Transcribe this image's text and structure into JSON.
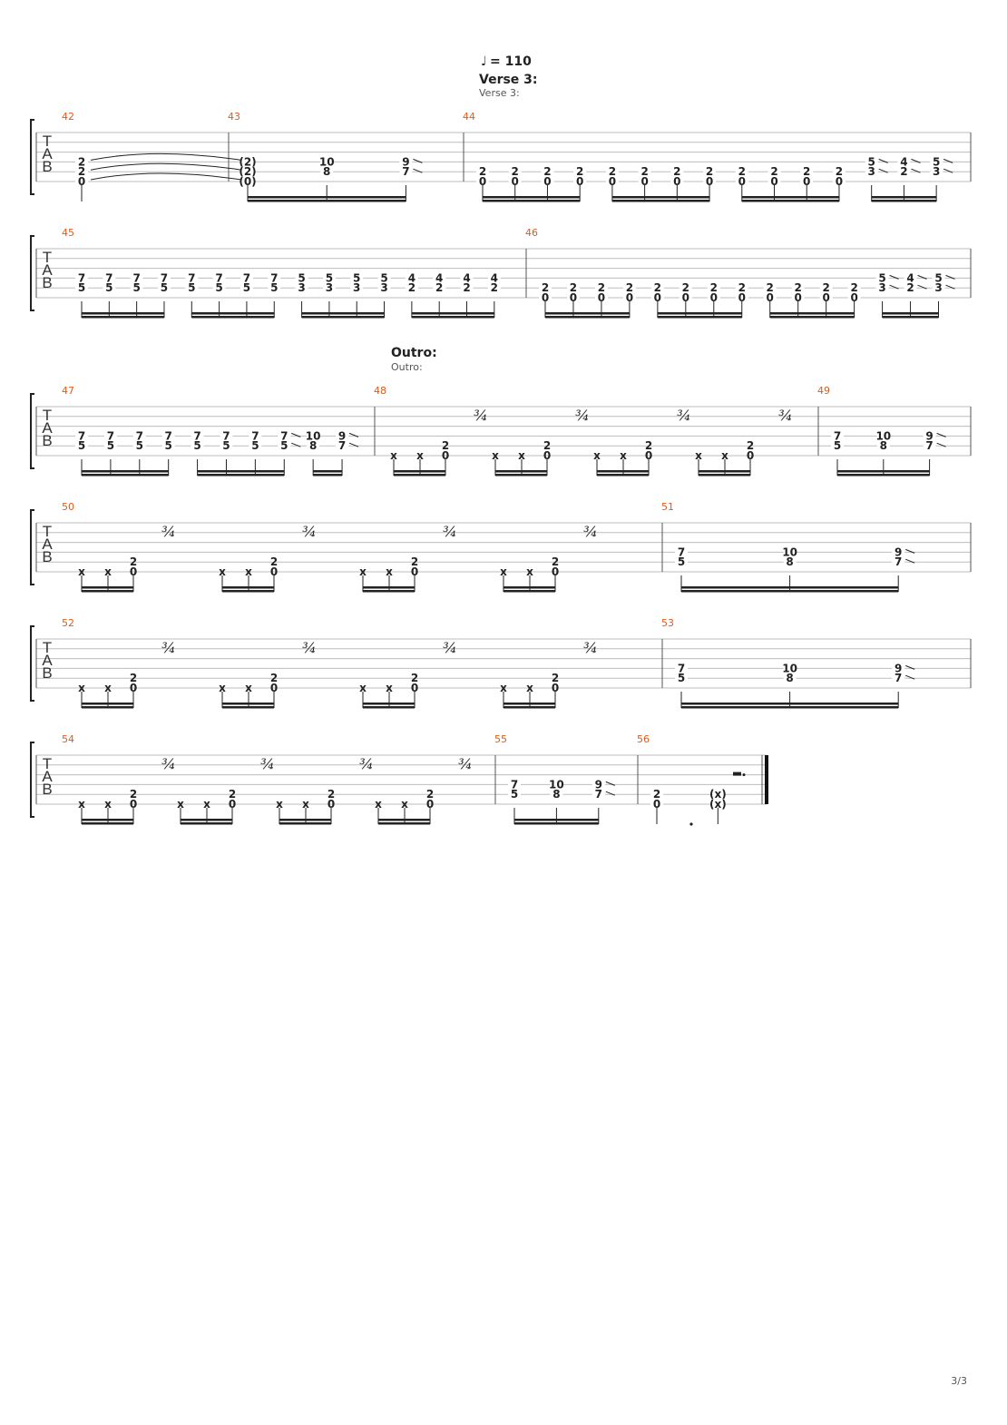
{
  "tempo": {
    "value": "110",
    "prefix": "= "
  },
  "sections": [
    {
      "title": "Verse 3:",
      "subtitle": "Verse 3:"
    },
    {
      "title": "Outro:",
      "subtitle": "Outro:"
    }
  ],
  "page_number": "3/3",
  "tab_clef": [
    "T",
    "A",
    "B"
  ],
  "systems": [
    {
      "measures": [
        {
          "number": "42",
          "beats": [
            {
              "notes": [
                {
                  "s": 4,
                  "f": "2"
                },
                {
                  "s": 5,
                  "f": "2"
                },
                {
                  "s": 6,
                  "f": "0"
                }
              ],
              "tie": true
            }
          ]
        },
        {
          "number": "43",
          "beats": [
            {
              "notes": [
                {
                  "s": 4,
                  "f": "(2)"
                },
                {
                  "s": 5,
                  "f": "(2)"
                },
                {
                  "s": 6,
                  "f": "(0)"
                }
              ]
            },
            {
              "notes": [
                {
                  "s": 4,
                  "f": "10"
                },
                {
                  "s": 5,
                  "f": "8"
                }
              ]
            },
            {
              "notes": [
                {
                  "s": 4,
                  "f": "9",
                  "slide": true
                },
                {
                  "s": 5,
                  "f": "7",
                  "slide": true
                }
              ]
            }
          ]
        },
        {
          "number": "44",
          "beats": [
            {
              "notes": [
                {
                  "s": 5,
                  "f": "2"
                },
                {
                  "s": 6,
                  "f": "0"
                }
              ],
              "group": 4,
              "count": 12
            },
            {
              "notes": [
                {
                  "s": 4,
                  "f": "5",
                  "slide": true
                },
                {
                  "s": 5,
                  "f": "3",
                  "slide": true
                }
              ]
            },
            {
              "notes": [
                {
                  "s": 4,
                  "f": "4",
                  "slide": true
                },
                {
                  "s": 5,
                  "f": "2",
                  "slide": true
                }
              ]
            },
            {
              "notes": [
                {
                  "s": 4,
                  "f": "5",
                  "slide": true
                },
                {
                  "s": 5,
                  "f": "3",
                  "slide": true
                }
              ]
            }
          ]
        }
      ]
    },
    {
      "measures": [
        {
          "number": "45",
          "beats": [
            {
              "notes": [
                {
                  "s": 4,
                  "f": "7"
                },
                {
                  "s": 5,
                  "f": "5"
                }
              ],
              "count": 8
            },
            {
              "notes": [
                {
                  "s": 4,
                  "f": "5"
                },
                {
                  "s": 5,
                  "f": "3"
                }
              ],
              "count": 4
            },
            {
              "notes": [
                {
                  "s": 4,
                  "f": "4"
                },
                {
                  "s": 5,
                  "f": "2"
                }
              ],
              "count": 4
            }
          ]
        },
        {
          "number": "46",
          "beats": [
            {
              "notes": [
                {
                  "s": 5,
                  "f": "2"
                },
                {
                  "s": 6,
                  "f": "0"
                }
              ],
              "count": 12
            },
            {
              "notes": [
                {
                  "s": 4,
                  "f": "5",
                  "slide": true
                },
                {
                  "s": 5,
                  "f": "3",
                  "slide": true
                }
              ]
            },
            {
              "notes": [
                {
                  "s": 4,
                  "f": "4",
                  "slide": true
                },
                {
                  "s": 5,
                  "f": "2",
                  "slide": true
                }
              ]
            },
            {
              "notes": [
                {
                  "s": 4,
                  "f": "5",
                  "slide": true
                },
                {
                  "s": 5,
                  "f": "3",
                  "slide": true
                }
              ]
            }
          ]
        }
      ]
    },
    {
      "measures": [
        {
          "number": "47",
          "beats": [
            {
              "notes": [
                {
                  "s": 4,
                  "f": "7"
                },
                {
                  "s": 5,
                  "f": "5"
                }
              ],
              "count": 7
            },
            {
              "notes": [
                {
                  "s": 4,
                  "f": "7",
                  "slide": true
                },
                {
                  "s": 5,
                  "f": "5",
                  "slide": true
                }
              ]
            },
            {
              "notes": [
                {
                  "s": 4,
                  "f": "10"
                },
                {
                  "s": 5,
                  "f": "8"
                }
              ]
            },
            {
              "notes": [
                {
                  "s": 4,
                  "f": "9",
                  "slide": true
                },
                {
                  "s": 5,
                  "f": "7",
                  "slide": true
                }
              ]
            }
          ]
        },
        {
          "number": "48",
          "pattern": "xx20",
          "groups": 4
        },
        {
          "number": "49",
          "beats": [
            {
              "notes": [
                {
                  "s": 4,
                  "f": "7"
                },
                {
                  "s": 5,
                  "f": "5"
                }
              ]
            },
            {
              "notes": [
                {
                  "s": 4,
                  "f": "10"
                },
                {
                  "s": 5,
                  "f": "8"
                }
              ]
            },
            {
              "notes": [
                {
                  "s": 4,
                  "f": "9",
                  "slide": true
                },
                {
                  "s": 5,
                  "f": "7",
                  "slide": true
                }
              ]
            }
          ]
        }
      ]
    },
    {
      "measures": [
        {
          "number": "50",
          "pattern": "xx20",
          "groups": 4
        },
        {
          "number": "51",
          "beats": [
            {
              "notes": [
                {
                  "s": 4,
                  "f": "7"
                },
                {
                  "s": 5,
                  "f": "5"
                }
              ]
            },
            {
              "notes": [
                {
                  "s": 4,
                  "f": "10"
                },
                {
                  "s": 5,
                  "f": "8"
                }
              ]
            },
            {
              "notes": [
                {
                  "s": 4,
                  "f": "9",
                  "slide": true
                },
                {
                  "s": 5,
                  "f": "7",
                  "slide": true
                }
              ]
            }
          ]
        }
      ]
    },
    {
      "measures": [
        {
          "number": "52",
          "pattern": "xx20",
          "groups": 4
        },
        {
          "number": "53",
          "beats": [
            {
              "notes": [
                {
                  "s": 4,
                  "f": "7"
                },
                {
                  "s": 5,
                  "f": "5"
                }
              ]
            },
            {
              "notes": [
                {
                  "s": 4,
                  "f": "10"
                },
                {
                  "s": 5,
                  "f": "8"
                }
              ]
            },
            {
              "notes": [
                {
                  "s": 4,
                  "f": "9",
                  "slide": true
                },
                {
                  "s": 5,
                  "f": "7",
                  "slide": true
                }
              ]
            }
          ]
        }
      ]
    },
    {
      "measures": [
        {
          "number": "54",
          "pattern": "xx20",
          "groups": 4
        },
        {
          "number": "55",
          "beats": [
            {
              "notes": [
                {
                  "s": 4,
                  "f": "7"
                },
                {
                  "s": 5,
                  "f": "5"
                }
              ]
            },
            {
              "notes": [
                {
                  "s": 4,
                  "f": "10"
                },
                {
                  "s": 5,
                  "f": "8"
                }
              ]
            },
            {
              "notes": [
                {
                  "s": 4,
                  "f": "9",
                  "slide": true
                },
                {
                  "s": 5,
                  "f": "7",
                  "slide": true
                }
              ]
            }
          ]
        },
        {
          "number": "56",
          "beats": [
            {
              "notes": [
                {
                  "s": 5,
                  "f": "2"
                },
                {
                  "s": 6,
                  "f": "0"
                }
              ]
            },
            {
              "notes": [
                {
                  "s": 5,
                  "f": "(x)"
                },
                {
                  "s": 6,
                  "f": "(x)"
                }
              ]
            }
          ],
          "final": true
        }
      ]
    }
  ],
  "colors": {
    "measure_number": "#e05a1a",
    "staff": "#bdbdbd",
    "ink": "#222222"
  }
}
